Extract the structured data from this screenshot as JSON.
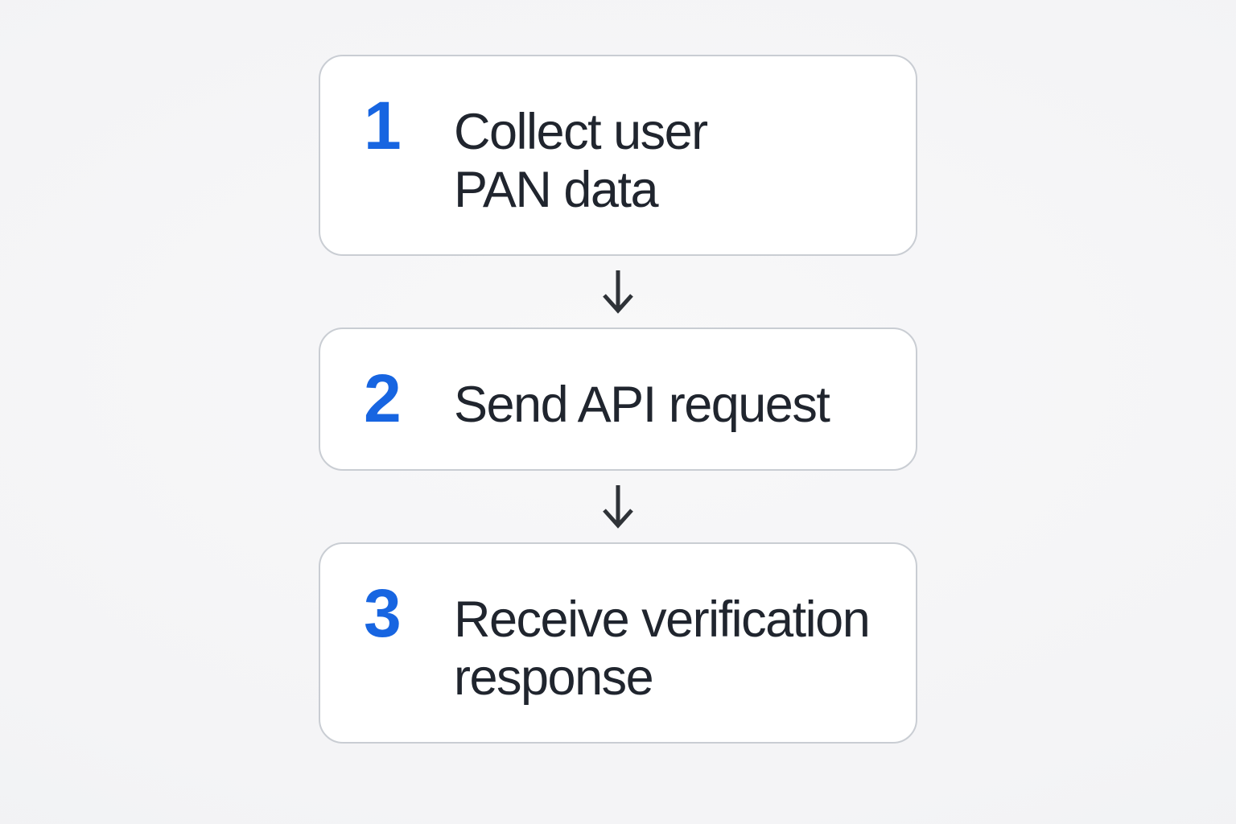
{
  "diagram": {
    "type": "vertical-flowchart",
    "steps": [
      {
        "number": "1",
        "lines": [
          "Collect user",
          "PAN data"
        ]
      },
      {
        "number": "2",
        "lines": [
          "Send API request"
        ]
      },
      {
        "number": "3",
        "lines": [
          "Receive verification",
          "response"
        ]
      }
    ],
    "connector_icon": "down-arrow-icon",
    "colors": {
      "accent_blue": "#1765e1",
      "text": "#20252e",
      "card_background": "#ffffff",
      "card_border": "#c9cdd3",
      "page_background": "#f4f4f6",
      "arrow": "#2f3338"
    }
  }
}
